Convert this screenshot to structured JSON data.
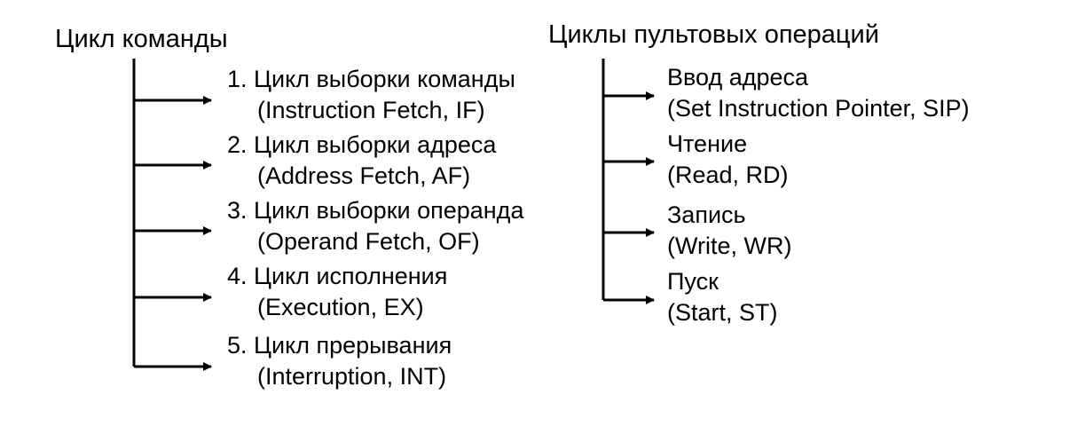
{
  "left_group": {
    "title": "Цикл команды",
    "items": [
      {
        "line1": "1. Цикл выборки команды",
        "line2": "(Instruction Fetch, IF)"
      },
      {
        "line1": "2. Цикл выборки  адреса",
        "line2": "(Address Fetch, AF)"
      },
      {
        "line1": "3. Цикл выборки  операнда",
        "line2": "(Operand Fetch, OF)"
      },
      {
        "line1": "4. Цикл исполнения",
        "line2": "(Execution, EX)"
      },
      {
        "line1": "5. Цикл прерывания",
        "line2": "(Interruption, INT)"
      }
    ]
  },
  "right_group": {
    "title": "Циклы пультовых операций",
    "items": [
      {
        "line1": "Ввод адреса",
        "line2": "(Set Instruction Pointer, SIP)"
      },
      {
        "line1": "Чтение",
        "line2": "(Read, RD)"
      },
      {
        "line1": "Запись",
        "line2": "(Write, WR)"
      },
      {
        "line1": "Пуск",
        "line2": "(Start, ST)"
      }
    ]
  },
  "colors": {
    "line": "#000000",
    "text": "#000000",
    "background": "#ffffff"
  }
}
